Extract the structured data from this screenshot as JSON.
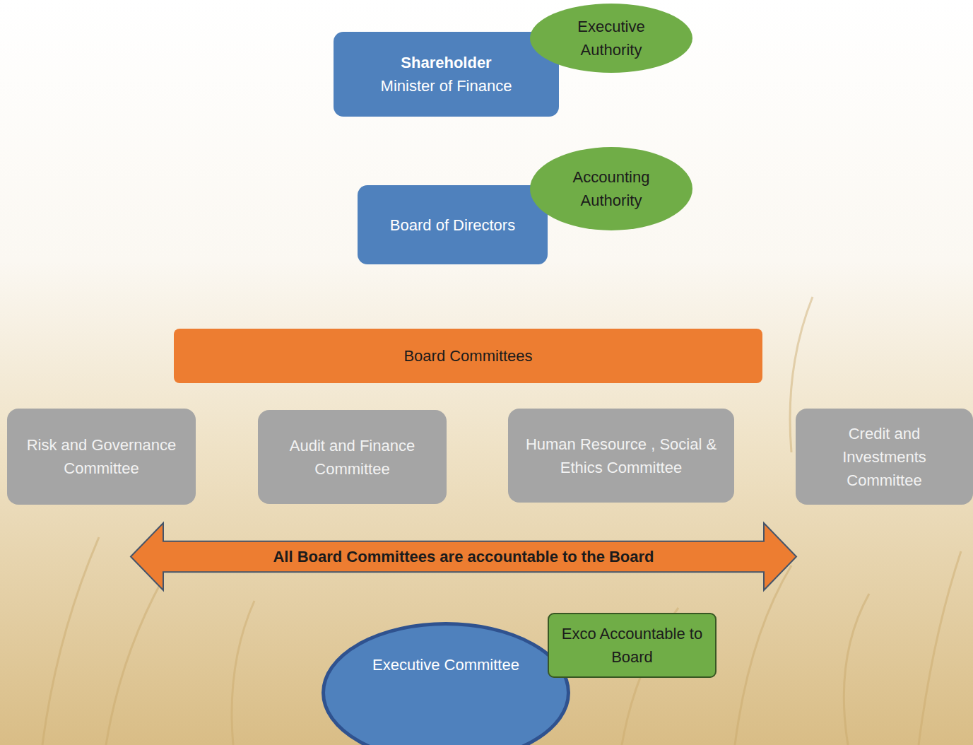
{
  "diagram": {
    "nodes": [
      {
        "text": [
          "Shareholder",
          "Minister of Finance"
        ]
      },
      {
        "text": [
          "Executive Authority"
        ]
      },
      {
        "text": [
          "Board of Directors"
        ]
      },
      {
        "text": [
          "Accounting Authority"
        ]
      },
      {
        "text": [
          "Board Committees"
        ]
      },
      {
        "text": [
          "Risk and Governance Committee"
        ]
      },
      {
        "text": [
          "Audit and Finance Committee"
        ]
      },
      {
        "text": [
          "Human Resource , Social & Ethics Committee"
        ]
      },
      {
        "text": [
          "Credit and Investments Committee"
        ]
      },
      {
        "text": [
          "All Board Committees are accountable to the Board"
        ]
      },
      {
        "text": [
          "Executive Committee"
        ]
      },
      {
        "text": [
          "Exco Accountable to Board"
        ]
      }
    ]
  }
}
